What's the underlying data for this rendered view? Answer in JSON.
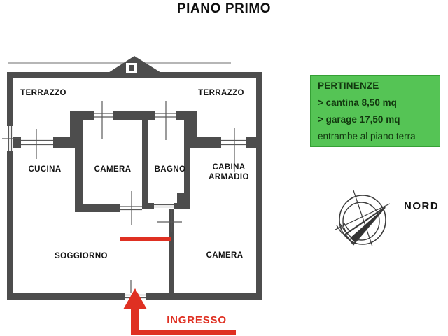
{
  "title": "PIANO PRIMO",
  "rooms": {
    "terrazzo_left": "TERRAZZO",
    "terrazzo_right": "TERRAZZO",
    "cucina": "CUCINA",
    "camera_top": "CAMERA",
    "bagno": "BAGNO",
    "cabina_armadio_line1": "CABINA",
    "cabina_armadio_line2": "ARMADIO",
    "soggiorno": "SOGGIORNO",
    "camera_bottom": "CAMERA"
  },
  "entrance": {
    "label": "INGRESSO"
  },
  "compass": {
    "label": "NORD"
  },
  "info_box": {
    "heading": "PERTINENZE",
    "line_cantina": "> cantina 8,50 mq",
    "line_garage": "> garage 17,50 mq",
    "line_note": "entrambe al piano terra"
  },
  "colors": {
    "box_green": "#55c455",
    "accent_red": "#df3022",
    "wall_gray": "#4d4d4d"
  }
}
